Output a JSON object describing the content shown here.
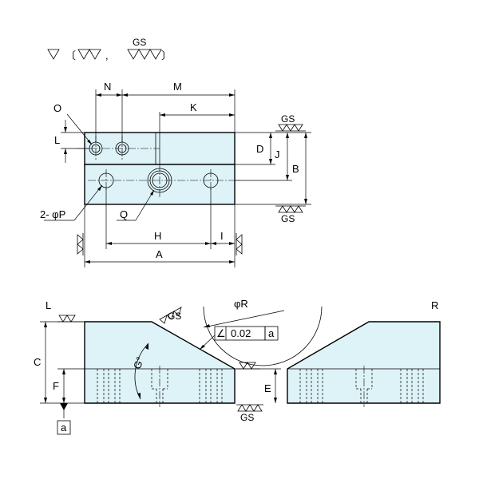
{
  "finish_legend": {
    "symbol_a": "∇",
    "open": "〔",
    "symbol_b": "∇∇",
    "comma": ",",
    "symbol_c": "∇∇∇",
    "close": "〕",
    "gs": "GS"
  },
  "top_view": {
    "labels": {
      "N": "N",
      "M": "M",
      "K": "K",
      "O": "O",
      "L": "L",
      "D": "D",
      "J": "J",
      "B": "B",
      "P": "2- φP",
      "Q": "Q",
      "H": "H",
      "I": "I",
      "A": "A",
      "gs_top": "GS",
      "gs_bottom": "GS"
    }
  },
  "front_view": {
    "labels": {
      "left": "L",
      "right": "R",
      "R": "φR",
      "G": "G°",
      "C": "C",
      "F": "F",
      "E": "E",
      "datum": "a",
      "gs_slope": "GS",
      "gs_bottom": "GS"
    },
    "tolerance": {
      "symbol": "∠",
      "value": "0.02",
      "datum": "a"
    }
  }
}
